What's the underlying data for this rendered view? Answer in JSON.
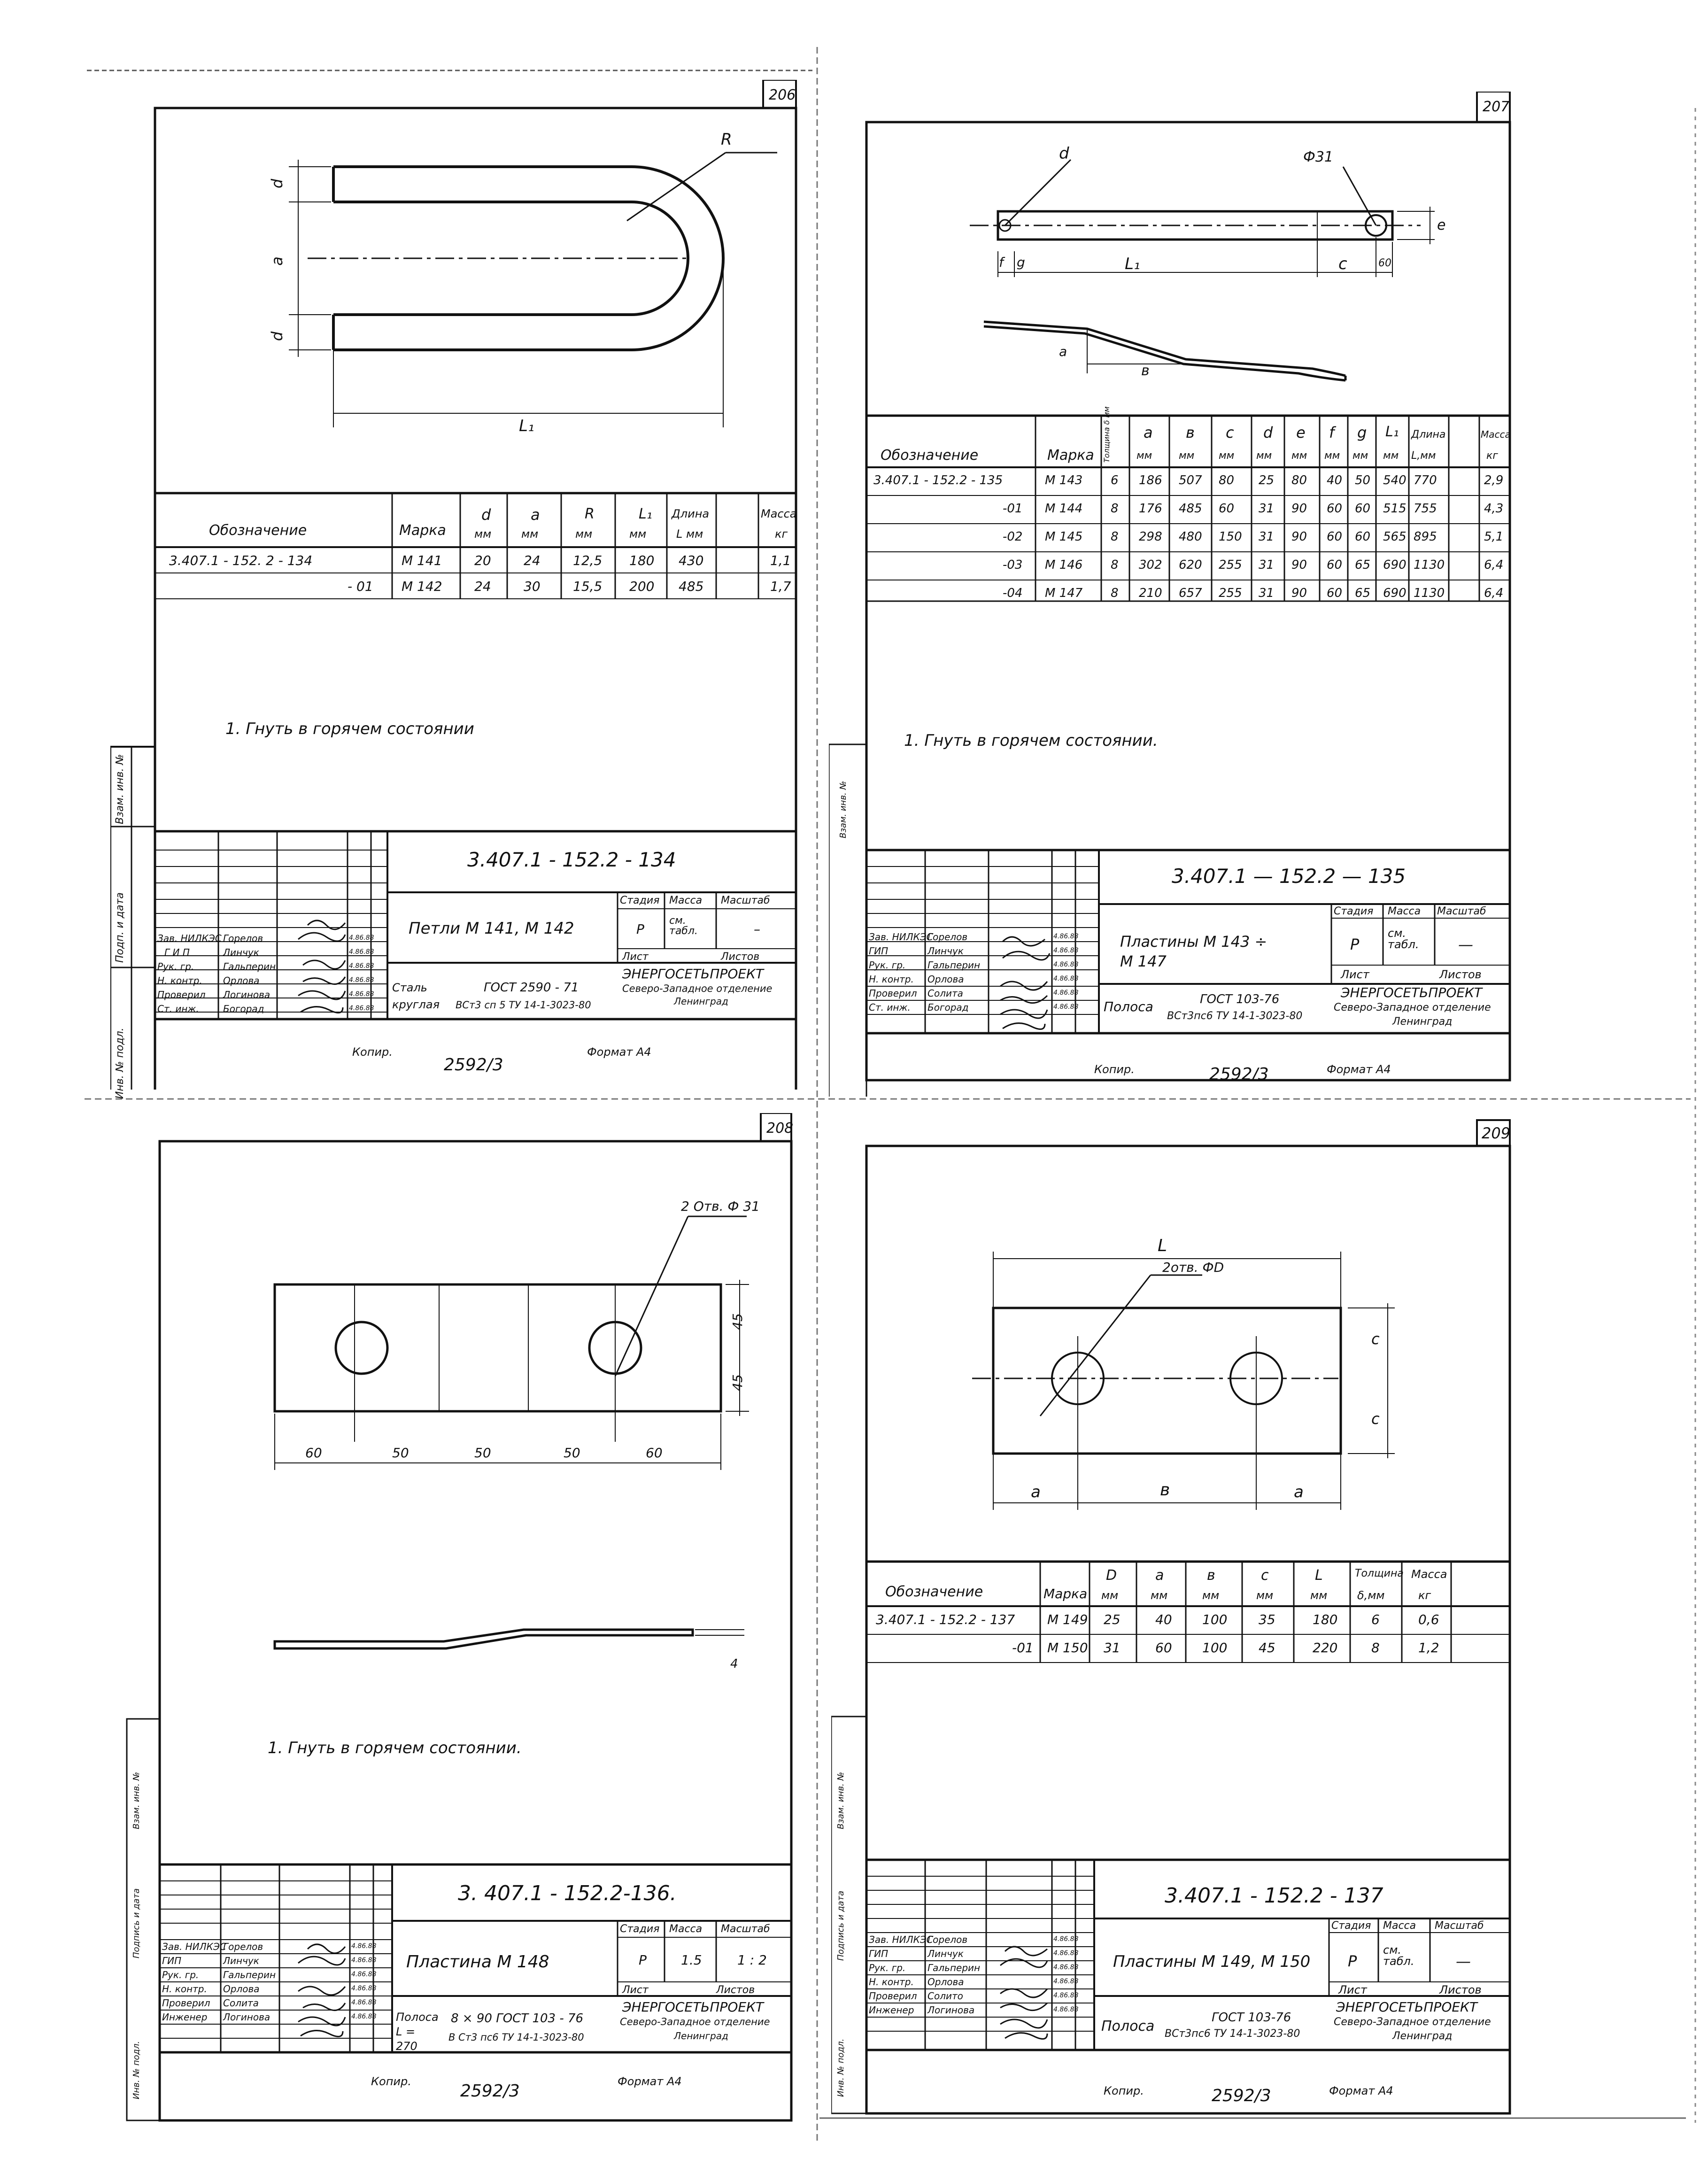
{
  "sheets": {
    "s206": {
      "page_no": "206",
      "labels": {
        "R": "R",
        "d": "d",
        "a": "a",
        "L1": "L₁"
      },
      "table": {
        "headers": [
          "Обозначение",
          "Марка",
          "d",
          "a",
          "R",
          "L₁",
          "Длина",
          "Масса"
        ],
        "units": [
          "",
          "",
          "мм",
          "мм",
          "мм",
          "мм",
          "L мм",
          "кг"
        ],
        "rows": [
          [
            "3.407.1 - 152. 2  - 134",
            "М 141",
            "20",
            "24",
            "12,5",
            "180",
            "430",
            "1,1"
          ],
          [
            "- 01",
            "М 142",
            "24",
            "30",
            "15,5",
            "200",
            "485",
            "1,7"
          ]
        ]
      },
      "note": "1. Гнуть в горячем состоянии",
      "side_labels": [
        "Взам. инв. №",
        "Подп. и дата",
        "Инв. № подл."
      ],
      "title_block": {
        "code": "3.407.1 - 152.2 - 134",
        "name": "Петли М 141, М 142",
        "stage_h": "Стадия",
        "mass_h": "Масса",
        "scale_h": "Масштаб",
        "stage": "Р",
        "mass": "см. табл.",
        "scale": "–",
        "sheet_h": "Лист",
        "sheets_h": "Листов",
        "org": "ЭНЕРГОСЕТЬПРОЕКТ",
        "org2": "Северо-Западное отделение",
        "org3": "Ленинград",
        "material": "Сталь круглая",
        "gost": "ГОСТ 2590 - 71",
        "gost2": "ВСт3 сп 5  ТУ 14-1-3023-80",
        "people": [
          [
            "Зав. НИЛКЭС",
            "Горелов",
            "4.86.88"
          ],
          [
            "Г И П",
            "Линчук",
            "4.86.88"
          ],
          [
            "Рук. гр.",
            "Гальперин",
            "4.86.88"
          ],
          [
            "Н. контр.",
            "Орлова",
            "4.86.88"
          ],
          [
            "Проверил",
            "Логинова",
            "4.86.88"
          ],
          [
            "Ст. инж.",
            "Богорад",
            "4.86.88"
          ]
        ]
      },
      "copy": "Копир.",
      "copy_no": "2592/3",
      "format": "Формат А4"
    },
    "s207": {
      "page_no": "207",
      "labels": {
        "d": "d",
        "phi": "Ф31",
        "L1": "L₁",
        "c": "c",
        "e": "e",
        "f": "f",
        "g": "g",
        "sixty": "60",
        "a": "a",
        "b": "в"
      },
      "table": {
        "headers": [
          "Обозначение",
          "Марка",
          "Толщина δ мм",
          "a",
          "в",
          "c",
          "d",
          "e",
          "f",
          "g",
          "L₁",
          "Длина",
          "Масса"
        ],
        "units": [
          "",
          "",
          "",
          "мм",
          "мм",
          "мм",
          "мм",
          "мм",
          "мм",
          "мм",
          "мм",
          "L,мм",
          "кг"
        ],
        "rows": [
          [
            "3.407.1 - 152.2 - 135",
            "М 143",
            "6",
            "186",
            "507",
            "80",
            "25",
            "80",
            "40",
            "50",
            "540",
            "770",
            "2,9"
          ],
          [
            "-01",
            "М 144",
            "8",
            "176",
            "485",
            "60",
            "31",
            "90",
            "60",
            "60",
            "515",
            "755",
            "4,3"
          ],
          [
            "-02",
            "М 145",
            "8",
            "298",
            "480",
            "150",
            "31",
            "90",
            "60",
            "60",
            "565",
            "895",
            "5,1"
          ],
          [
            "-03",
            "М 146",
            "8",
            "302",
            "620",
            "255",
            "31",
            "90",
            "60",
            "65",
            "690",
            "1130",
            "6,4"
          ],
          [
            "-04",
            "М 147",
            "8",
            "210",
            "657",
            "255",
            "31",
            "90",
            "60",
            "65",
            "690",
            "1130",
            "6,4"
          ]
        ]
      },
      "note": "1. Гнуть в горячем состоянии.",
      "side_labels": [
        "Взам. инв. №"
      ],
      "title_block": {
        "code": "3.407.1 — 152.2 — 135",
        "name": "Пластины М 143 ÷ М 147",
        "stage_h": "Стадия",
        "mass_h": "Масса",
        "scale_h": "Масштаб",
        "stage": "Р",
        "mass": "см. табл.",
        "scale": "—",
        "sheet_h": "Лист",
        "sheets_h": "Листов",
        "org": "ЭНЕРГОСЕТЬПРОЕКТ",
        "org2": "Северо-Западное отделение",
        "org3": "Ленинград",
        "material": "Полоса",
        "gost": "ГОСТ 103-76",
        "gost2": "ВСт3пс6  ТУ 14-1-3023-80",
        "people": [
          [
            "Зав. НИЛКЭС",
            "Горелов",
            "4.86.88"
          ],
          [
            "ГИП",
            "Линчук",
            "4.86.88"
          ],
          [
            "Рук. гр.",
            "Гальперин",
            "4.86.88"
          ],
          [
            "Н. контр.",
            "Орлова",
            "4.86.88"
          ],
          [
            "Проверил",
            "Солита",
            "4.86.88"
          ],
          [
            "Ст. инж.",
            "Богорад",
            "4.86.88"
          ]
        ]
      },
      "copy": "Копир.",
      "copy_no": "2592/3",
      "format": "Формат А4"
    },
    "s208": {
      "page_no": "208",
      "labels": {
        "holes": "2 Отв. Ф 31",
        "dims": [
          "60",
          "50",
          "50",
          "50",
          "60"
        ],
        "h1": "45",
        "h2": "45",
        "thick": "4"
      },
      "note": "1. Гнуть в горячем состоянии.",
      "side_labels": [
        "Взам. инв. №",
        "Подпись и дата",
        "Инв. № подл."
      ],
      "title_block": {
        "code": "3. 407.1 - 152.2-136.",
        "name": "Пластина  М 148",
        "stage_h": "Стадия",
        "mass_h": "Масса",
        "scale_h": "Масштаб",
        "stage": "Р",
        "mass": "1.5",
        "scale": "1 : 2",
        "sheet_h": "Лист",
        "sheets_h": "Листов",
        "org": "ЭНЕРГОСЕТЬПРОЕКТ",
        "org2": "Северо-Западное отделение",
        "org3": "Ленинград",
        "material": "Полоса L = 270",
        "gost": "8 × 90  ГОСТ 103 - 76",
        "gost2": "В Ст3 пс6  ТУ 14-1-3023-80",
        "people": [
          [
            "Зав. НИЛКЭС",
            "Горелов",
            "4.86.88"
          ],
          [
            "ГИП",
            "Линчук",
            "4.86.88"
          ],
          [
            "Рук. гр.",
            "Гальперин",
            "4.86.88"
          ],
          [
            "Н. контр.",
            "Орлова",
            "4.86.88"
          ],
          [
            "Проверил",
            "Солита",
            "4.86.88"
          ],
          [
            "Инженер",
            "Логинова",
            "4.86.88"
          ]
        ]
      },
      "copy": "Копир.",
      "copy_no": "2592/3",
      "format": "Формат А4"
    },
    "s209": {
      "page_no": "209",
      "labels": {
        "L": "L",
        "holes": "2отв. ФD",
        "c1": "c",
        "c2": "c",
        "a1": "a",
        "b": "в",
        "a2": "a"
      },
      "table": {
        "headers": [
          "Обозначение",
          "Марка",
          "D",
          "a",
          "в",
          "c",
          "L",
          "Толщина",
          "Масса"
        ],
        "units": [
          "",
          "",
          "мм",
          "мм",
          "мм",
          "мм",
          "мм",
          "δ,мм",
          "кг"
        ],
        "rows": [
          [
            "3.407.1 - 152.2 - 137",
            "М 149",
            "25",
            "40",
            "100",
            "35",
            "180",
            "6",
            "0,6"
          ],
          [
            "-01",
            "М 150",
            "31",
            "60",
            "100",
            "45",
            "220",
            "8",
            "1,2"
          ]
        ]
      },
      "side_labels": [
        "Взам. инв. №",
        "Подпись и дата",
        "Инв. № подл."
      ],
      "title_block": {
        "code": "3.407.1 - 152.2 - 137",
        "name": "Пластины М 149, М 150",
        "stage_h": "Стадия",
        "mass_h": "Масса",
        "scale_h": "Масштаб",
        "stage": "Р",
        "mass": "см. табл.",
        "scale": "—",
        "sheet_h": "Лист",
        "sheets_h": "Листов",
        "org": "ЭНЕРГОСЕТЬПРОЕКТ",
        "org2": "Северо-Западное отделение",
        "org3": "Ленинград",
        "material": "Полоса",
        "gost": "ГОСТ 103-76",
        "gost2": "ВСт3пс6  ТУ 14-1-3023-80",
        "people": [
          [
            "Зав. НИЛКЭС",
            "Горелов",
            "4.86.88"
          ],
          [
            "ГИП",
            "Линчук",
            "4.86.88"
          ],
          [
            "Рук. гр.",
            "Гальперин",
            "4.86.88"
          ],
          [
            "Н. контр.",
            "Орлова",
            "4.86.88"
          ],
          [
            "Проверил",
            "Солито",
            "4.86.88"
          ],
          [
            "Инженер",
            "Логинова",
            "4.86.88"
          ]
        ]
      },
      "copy": "Копир.",
      "copy_no": "2592/3",
      "format": "Формат А4"
    }
  }
}
